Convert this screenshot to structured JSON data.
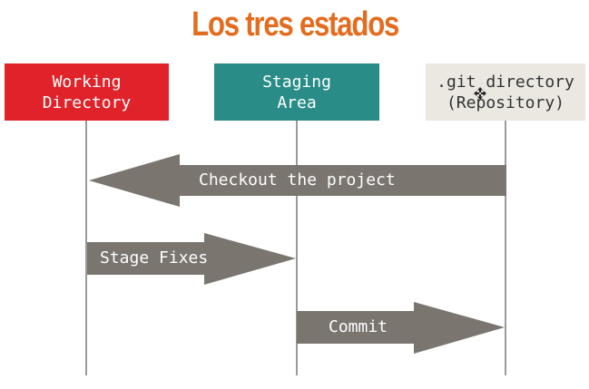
{
  "title": "Los tres estados",
  "boxes": {
    "working": {
      "line1": "Working",
      "line2": "Directory"
    },
    "staging": {
      "line1": "Staging",
      "line2": "Area"
    },
    "git": {
      "line1": ".git directory",
      "line2": "(Repository)"
    }
  },
  "arrows": {
    "checkout": "Checkout the project",
    "stage": "Stage Fixes",
    "commit": "Commit"
  },
  "colors": {
    "title": "#e46c1e",
    "working_fill": "#e0232a",
    "working_text": "#ffffff",
    "staging_fill": "#2a8c87",
    "staging_text": "#ffffff",
    "git_fill": "#ebe8e1",
    "git_text": "#333333",
    "arrow_fill": "#7a756f",
    "arrow_text": "#ffffff",
    "lifeline": "#9a9a9a"
  },
  "icons": {
    "cursor": "move-cursor-icon"
  }
}
